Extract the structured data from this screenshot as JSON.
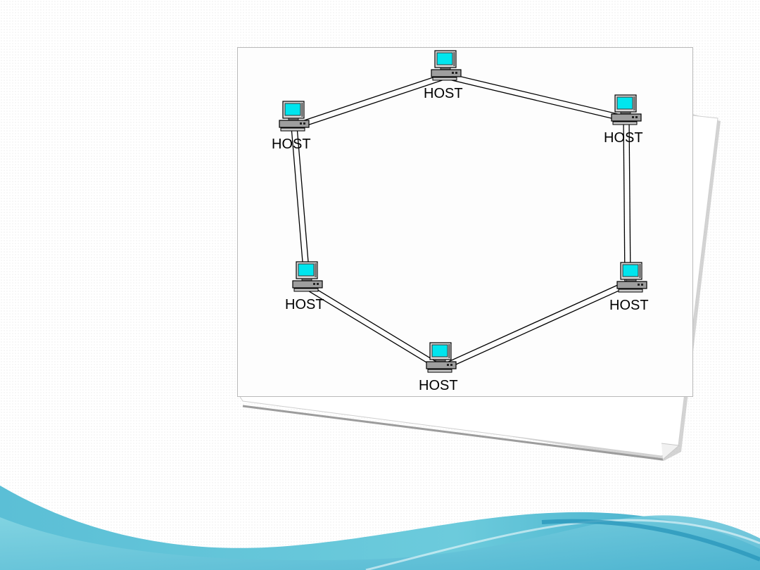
{
  "diagram": {
    "type": "ring-network",
    "node_label": "HOST",
    "nodes": [
      {
        "id": "top",
        "label": "HOST"
      },
      {
        "id": "upper-right",
        "label": "HOST"
      },
      {
        "id": "lower-right",
        "label": "HOST"
      },
      {
        "id": "bottom",
        "label": "HOST"
      },
      {
        "id": "lower-left",
        "label": "HOST"
      },
      {
        "id": "upper-left",
        "label": "HOST"
      }
    ],
    "links": [
      [
        "upper-left",
        "top"
      ],
      [
        "top",
        "upper-right"
      ],
      [
        "upper-right",
        "lower-right"
      ],
      [
        "lower-right",
        "bottom"
      ],
      [
        "bottom",
        "lower-left"
      ],
      [
        "lower-left",
        "upper-left"
      ]
    ]
  },
  "colors": {
    "screen": "#00e5ee",
    "computer_body": "#9e9e9e",
    "link_line": "#000000",
    "wave_dark": "#3aaac8",
    "wave_light": "#7fd6e0",
    "paper_shadow": "#a9a9a9"
  },
  "icons": {
    "host": "desktop-computer-icon"
  }
}
